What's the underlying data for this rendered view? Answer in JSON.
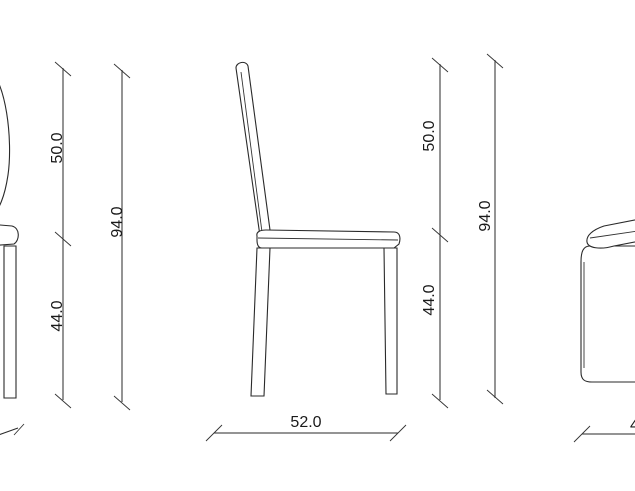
{
  "dimensions": {
    "left_view": {
      "backrest_height": "50.0",
      "seat_height": "44.0",
      "total_height": "94.0"
    },
    "side_view": {
      "width": "52.0",
      "backrest_height": "50.0",
      "seat_height": "44.0",
      "total_height": "94.0"
    },
    "right_view": {
      "width_partial": "4"
    }
  },
  "colors": {
    "line": "#2a2a2a",
    "background": "#ffffff"
  }
}
